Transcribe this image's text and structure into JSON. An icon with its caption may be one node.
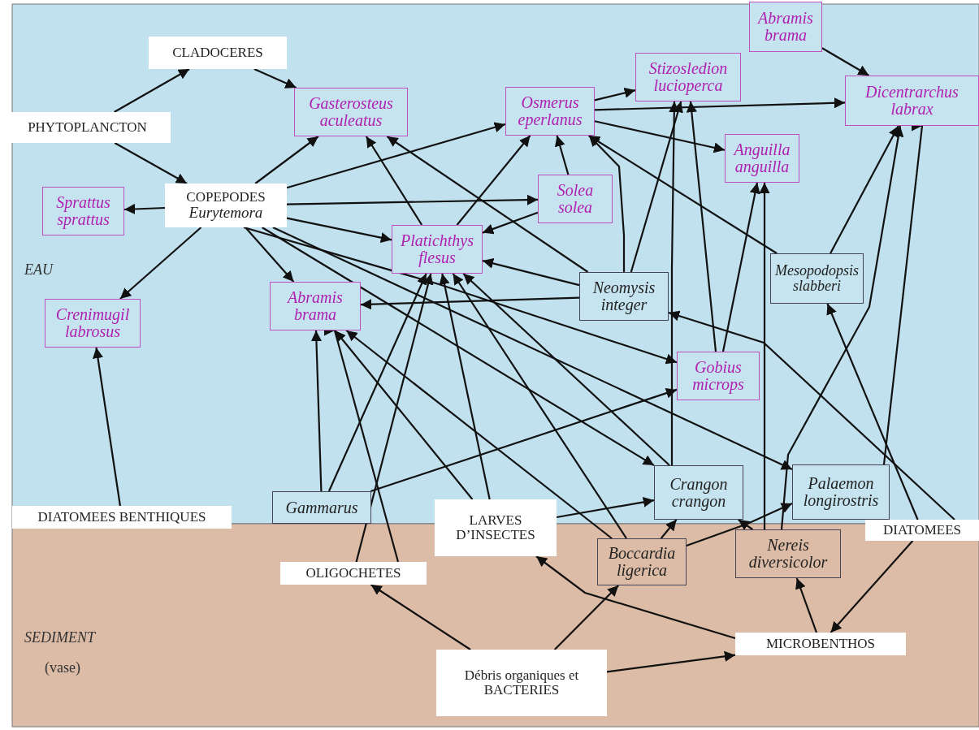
{
  "diagram": {
    "nodes": [
      {
        "text": [
          "CLADOCERES"
        ]
      },
      {
        "text": [
          "PHYTOPLANCTON"
        ]
      },
      {
        "text": [
          "Gasterosteus aculeatus"
        ]
      },
      {
        "text": [
          "Osmerus eperlanus"
        ]
      },
      {
        "text": [
          "Stizosledion lucioperca"
        ]
      },
      {
        "text": [
          "Abramis brama"
        ]
      },
      {
        "text": [
          "Dicentrarchus labrax"
        ]
      },
      {
        "text": [
          "Sprattus sprattus"
        ]
      },
      {
        "text": [
          "COPEPODES",
          "Eurytemora"
        ]
      },
      {
        "text": [
          "Solea solea"
        ]
      },
      {
        "text": [
          "Anguilla anguilla"
        ]
      },
      {
        "text": [
          "Platichthys flesus"
        ]
      },
      {
        "text": [
          "Neomysis integer"
        ]
      },
      {
        "text": [
          "Mesopodopsis slabberi"
        ]
      },
      {
        "text": [
          "Crenimugil labrosus"
        ]
      },
      {
        "text": [
          "Abramis brama"
        ]
      },
      {
        "text": [
          "Gobius microps"
        ]
      },
      {
        "text": [
          "Gammarus"
        ]
      },
      {
        "text": [
          "DIATOMEES BENTHIQUES"
        ]
      },
      {
        "text": [
          "LARVES D’INSECTES"
        ]
      },
      {
        "text": [
          "Crangon crangon"
        ]
      },
      {
        "text": [
          "Palaemon longirostris"
        ]
      },
      {
        "text": [
          "Boccardia ligerica"
        ]
      },
      {
        "text": [
          "Nereis diversicolor"
        ]
      },
      {
        "text": [
          "OLIGOCHETES"
        ]
      },
      {
        "text": [
          "DIATOMEES"
        ]
      },
      {
        "text": [
          "Débris organiques et BACTERIES"
        ]
      },
      {
        "text": [
          "MICROBENTHOS"
        ]
      }
    ],
    "edges": [
      {
        "from": 1,
        "to": 0,
        "arrow": "to"
      },
      {
        "from": 1,
        "to": 8,
        "arrow": "to"
      },
      {
        "from": 0,
        "to": 2,
        "arrow": "to"
      },
      {
        "from": 8,
        "to": 7,
        "arrow": "to"
      },
      {
        "from": 8,
        "to": 2,
        "arrow": "to"
      },
      {
        "from": 8,
        "to": 3,
        "arrow": "to"
      },
      {
        "from": 8,
        "to": 9,
        "arrow": "to"
      },
      {
        "from": 8,
        "to": 11,
        "arrow": "to"
      },
      {
        "from": 8,
        "to": 14,
        "arrow": "to"
      },
      {
        "from": 8,
        "to": 15,
        "arrow": "to"
      },
      {
        "from": 8,
        "to": 16,
        "arrow": "to"
      },
      {
        "from": 8,
        "to": 20,
        "arrow": "to"
      },
      {
        "from": 8,
        "to": 21,
        "arrow": "to"
      },
      {
        "from": 11,
        "to": 2,
        "arrow": "to"
      },
      {
        "from": 11,
        "to": 3,
        "arrow": "to"
      },
      {
        "from": 9,
        "to": 11,
        "arrow": "to"
      },
      {
        "from": 12,
        "to": 11,
        "arrow": "to"
      },
      {
        "from": 12,
        "to": 15,
        "arrow": "to"
      },
      {
        "from": 12,
        "to": 2,
        "arrow": "to"
      },
      {
        "from": 9,
        "to": 3,
        "arrow": "to"
      },
      {
        "from": 12,
        "to": 3,
        "arrow": "to"
      },
      {
        "from": 12,
        "to": 4,
        "arrow": "to"
      },
      {
        "from": 3,
        "to": 4,
        "arrow": "to"
      },
      {
        "from": 3,
        "to": 6,
        "arrow": "to"
      },
      {
        "from": 3,
        "to": 10,
        "arrow": "to"
      },
      {
        "from": 5,
        "to": 6,
        "arrow": "to"
      },
      {
        "from": 16,
        "to": 4,
        "arrow": "to"
      },
      {
        "from": 16,
        "to": 10,
        "arrow": "to"
      },
      {
        "from": 20,
        "to": 4,
        "arrow": "to"
      },
      {
        "from": 23,
        "to": 10,
        "arrow": "to"
      },
      {
        "from": 13,
        "to": 6,
        "arrow": "to"
      },
      {
        "from": 23,
        "to": 6,
        "arrow": "to"
      },
      {
        "from": 21,
        "to": 6,
        "arrow": "to"
      },
      {
        "from": 13,
        "to": 3,
        "arrow": "to"
      },
      {
        "from": 25,
        "to": 13,
        "arrow": "to"
      },
      {
        "from": 25,
        "to": 12,
        "arrow": "to"
      },
      {
        "from": 17,
        "to": 15,
        "arrow": "to"
      },
      {
        "from": 17,
        "to": 16,
        "arrow": "to"
      },
      {
        "from": 17,
        "to": 11,
        "arrow": "to"
      },
      {
        "from": 24,
        "to": 15,
        "arrow": "to"
      },
      {
        "from": 24,
        "to": 11,
        "arrow": "to"
      },
      {
        "from": 19,
        "to": 15,
        "arrow": "to"
      },
      {
        "from": 19,
        "to": 11,
        "arrow": "to"
      },
      {
        "from": 19,
        "to": 20,
        "arrow": "to"
      },
      {
        "from": 22,
        "to": 11,
        "arrow": "to"
      },
      {
        "from": 22,
        "to": 15,
        "arrow": "to"
      },
      {
        "from": 20,
        "to": 11,
        "arrow": "to"
      },
      {
        "from": 22,
        "to": 21,
        "arrow": "to"
      },
      {
        "from": 23,
        "to": 20,
        "arrow": "to"
      },
      {
        "from": 22,
        "to": 20,
        "arrow": "to"
      },
      {
        "from": 26,
        "to": 24,
        "arrow": "to"
      },
      {
        "from": 26,
        "to": 22,
        "arrow": "to"
      },
      {
        "from": 26,
        "to": 27,
        "arrow": "to"
      },
      {
        "from": 27,
        "to": 19,
        "arrow": "to"
      },
      {
        "from": 27,
        "to": 23,
        "arrow": "to"
      },
      {
        "from": 25,
        "to": 27,
        "arrow": "to"
      },
      {
        "from": 18,
        "to": 14,
        "arrow": "to"
      }
    ],
    "labels": [
      "EAU",
      "SEDIMENT",
      "(vase)"
    ]
  }
}
